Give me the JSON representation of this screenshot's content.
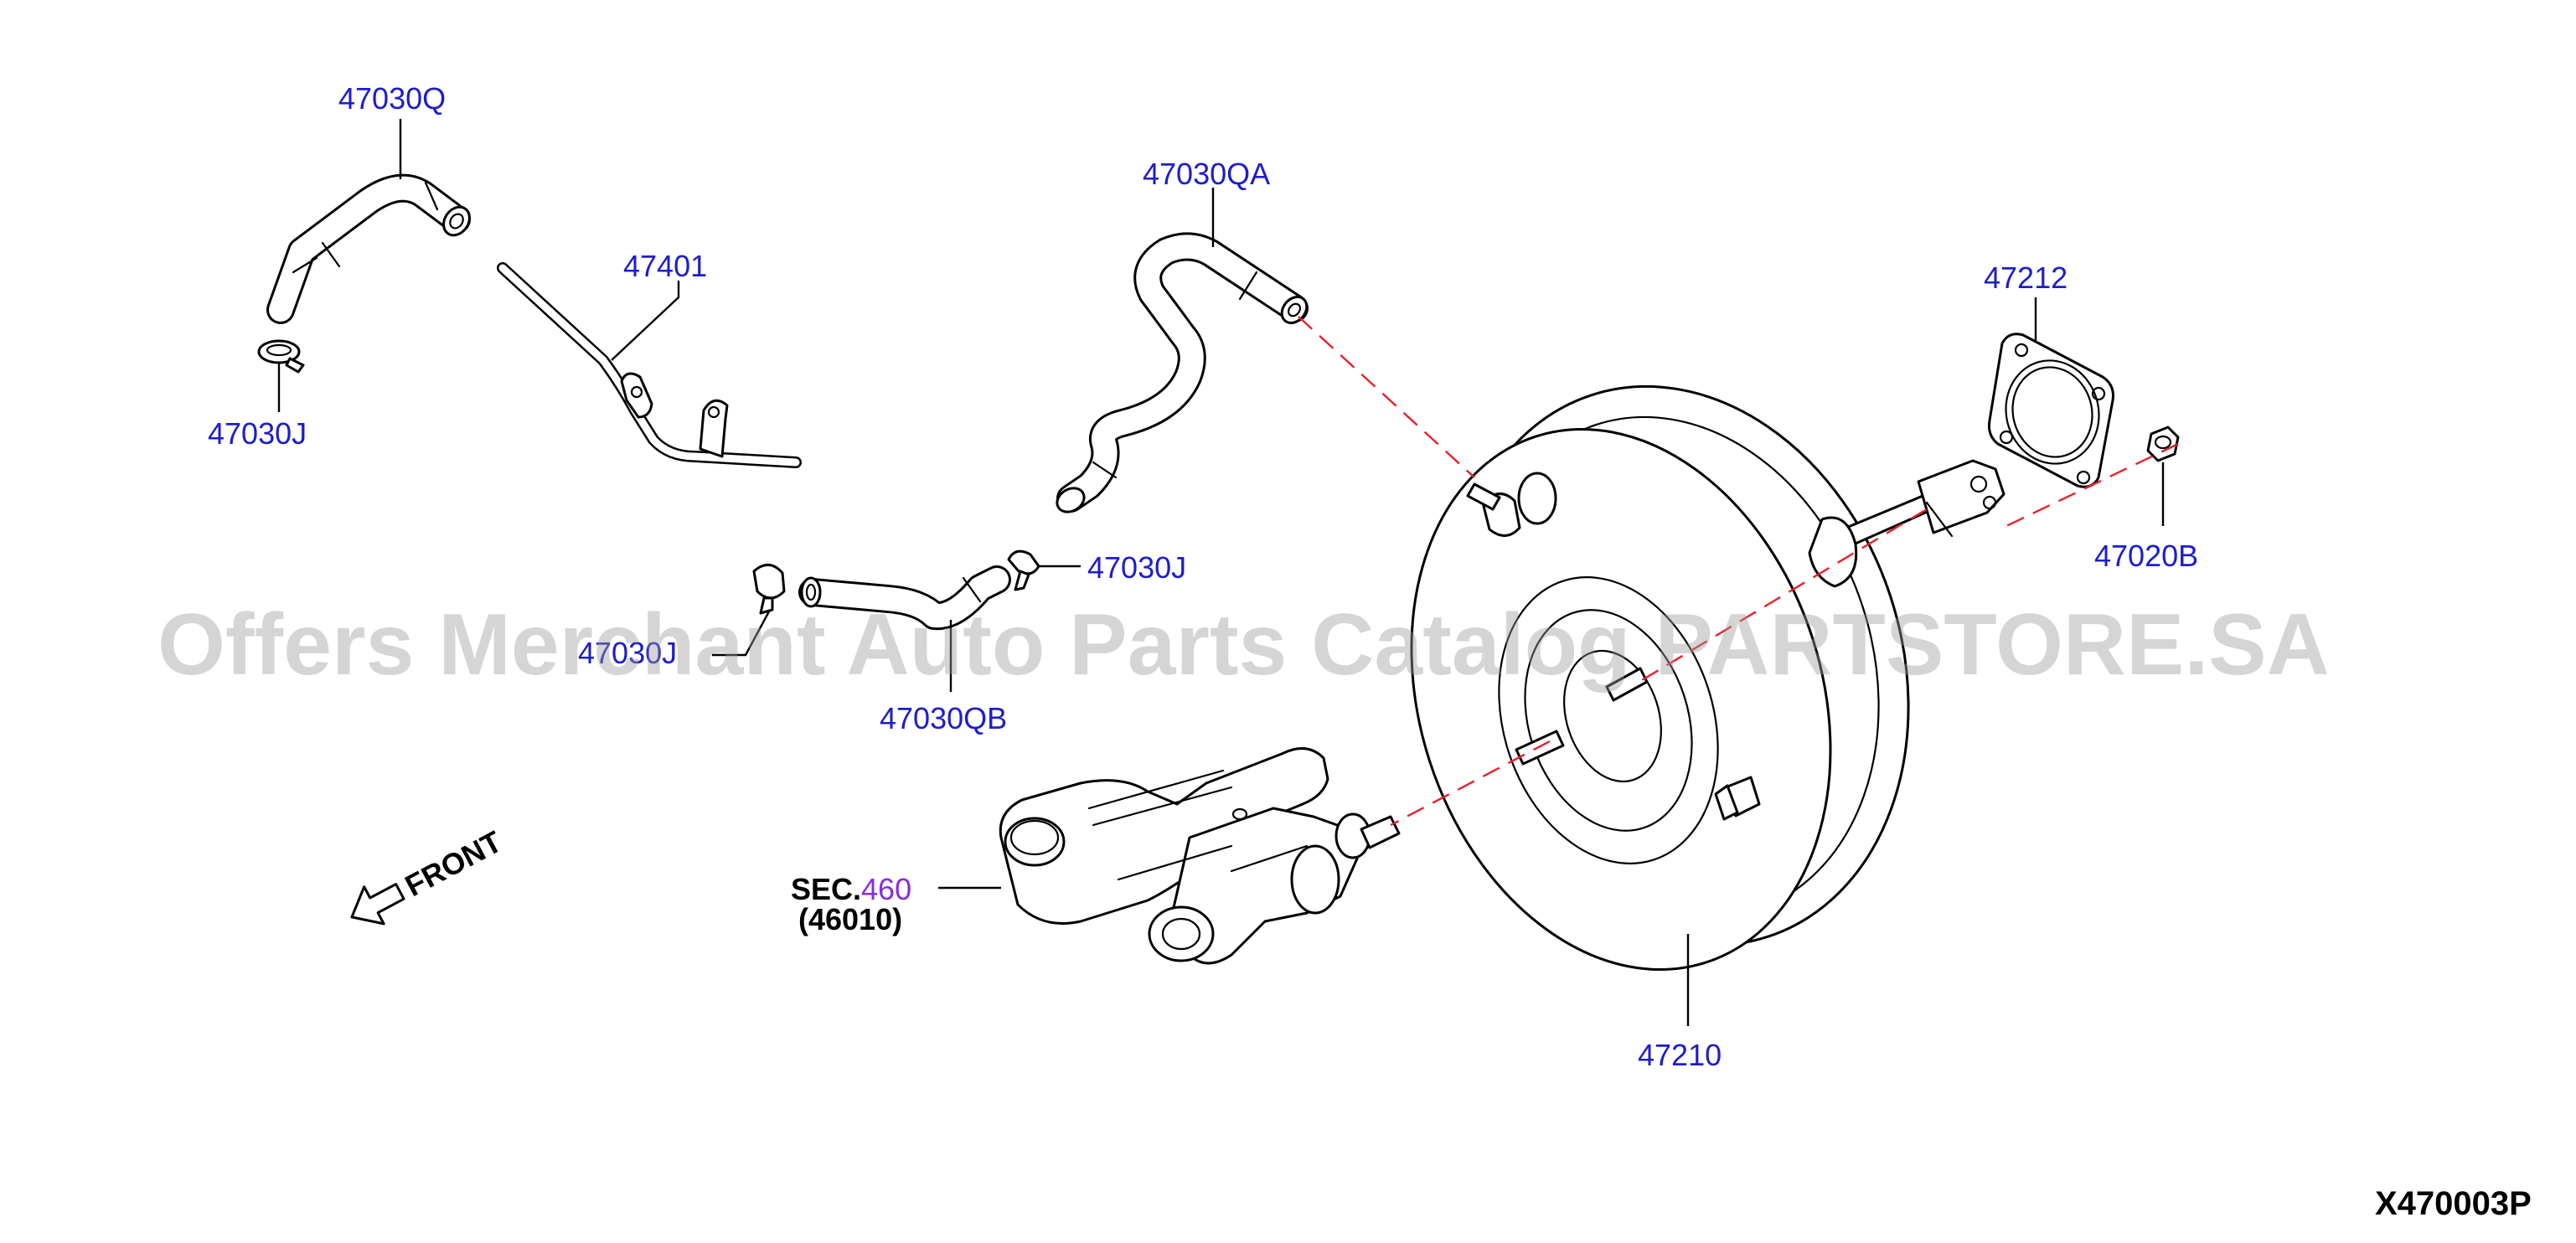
{
  "watermark": "Offers Merchant Auto Parts Catalog PARTSTORE.SA",
  "diagram_id": "X470003P",
  "front_label": "FRONT",
  "parts": {
    "hose_47030Q": "47030Q",
    "clamp_47030J_top": "47030J",
    "tube_47401": "47401",
    "hose_47030QA": "47030QA",
    "clamp_47030J_mid": "47030J",
    "clamp_47030J_left": "47030J",
    "hose_47030QB": "47030QB",
    "gasket_47212": "47212",
    "nut_47020B": "47020B",
    "booster_47210": "47210"
  },
  "section_ref": {
    "prefix": "SEC.",
    "number": "460",
    "sub": "(46010)"
  },
  "colors": {
    "part_label": "#1d1dcc",
    "section_number": "#8a2be2",
    "alignment_line": "#e8202a"
  }
}
